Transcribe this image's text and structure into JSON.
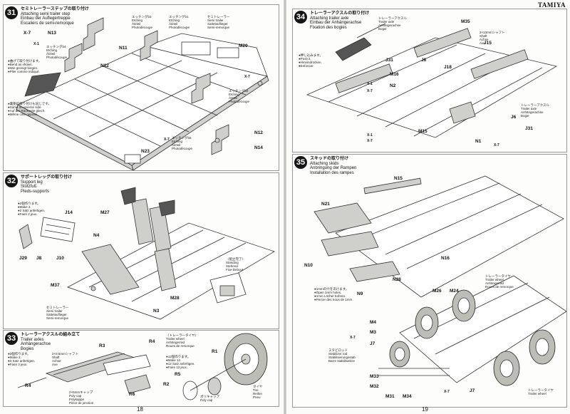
{
  "brand": "TAMIYA",
  "pages": {
    "left_number": "18",
    "right_number": "19"
  },
  "steps": {
    "s31": {
      "number": "31",
      "title": [
        "セミトレーラーステップの取り付け",
        "Attaching semi trailer step",
        "Einbau der Auflegertreppe",
        "Escaliers de semi-remorque"
      ],
      "parts": [
        "X-7",
        "N13",
        "X-1",
        "N22",
        "N11",
        "M20",
        "N23",
        "N12",
        "N14",
        "X-7",
        "X-7"
      ],
      "notes": {
        "etching_b3": [
          "エッチングb3",
          "Etching",
          "Ätzteil",
          "Photodécoupe"
        ],
        "etching_b4": [
          "エッチングb4",
          "Etching",
          "Ätzteil",
          "Photodécoupe"
        ],
        "etching_b1": [
          "エッチングb1",
          "Etching",
          "Ätzteil",
          "Photodécoupe"
        ],
        "trailer": [
          "セミトレーラー",
          "Semi trailer",
          "Sattelauflieger",
          "Semi-remorque"
        ],
        "etching_b2": [
          "エッチングb2",
          "Etching",
          "Ätzteil",
          "Photodécoupe"
        ],
        "etching_b5": [
          "エッチングb5",
          "Etching",
          "Ätzteil",
          "Photodécoupe"
        ],
        "bend": [
          "●曲げて取り付けます。",
          "●Bend as shown.",
          "●Wie gezeigt biegen.",
          "●Plier comme indiqué."
        ],
        "same": [
          "●裏側の取り付けも同じです。",
          "●Same on reverse side.",
          "●Auf der Rückseite gleich.",
          "●Même côté opposé."
        ]
      }
    },
    "s32": {
      "number": "32",
      "title": [
        "サポートレッグの取り付け",
        "Support leg",
        "Stützfuß",
        "Pieds-supports"
      ],
      "parts": [
        "J14",
        "M27",
        "N4",
        "J29",
        "J8",
        "J10",
        "M37",
        "N3",
        "M28"
      ],
      "notes": {
        "make2": [
          "●2個作ります。",
          "●Make 2.",
          "●2 Sätz anfertigen.",
          "●Faire 2 jeux."
        ],
        "standing": [
          "〈組立完了〉",
          "Standing",
          "Stehend",
          "Fixe Debout"
        ],
        "semi": [
          "セミトレーラー",
          "Semi trailer",
          "Sattelauflieger",
          "Semi-remorque"
        ]
      }
    },
    "s33": {
      "number": "33",
      "title": [
        "トレーラーアクスルの組み立て",
        "Trailer axles",
        "Anhängerachse",
        "Bogies"
      ],
      "parts": [
        "R3",
        "R4",
        "R4",
        "R6",
        "R1",
        "R5",
        "R2"
      ],
      "notes": {
        "make3": [
          "●3個作ります。",
          "●Make 3.",
          "●3 Satz anfertigen.",
          "●Faire 3 jeux."
        ],
        "screw": [
          "2×3.5mmシャフト",
          "Shaft",
          "Achse",
          "Axe"
        ],
        "cap": [
          "2×5mmキャップ",
          "Poly cap",
          "Polykappe",
          "Pièce de jonction"
        ],
        "wheel_title": [
          "〈トレーラータイヤ〉",
          "Trailer wheel",
          "Anhängerrad",
          "Roues de remorque"
        ],
        "make12": [
          "●12個作ります。",
          "●Make 12.",
          "●12 Satz anfertigen.",
          "●Faire 12 jeux."
        ],
        "tire": [
          "タイヤ",
          "Tire",
          "Reifen",
          "Pneu"
        ],
        "poly": [
          "ポリキャップ",
          "Poly cap",
          "Polykappe",
          "Pièce de jonction"
        ]
      }
    },
    "s34": {
      "number": "34",
      "title": [
        "トレーラーアクスルの取り付け",
        "Attaching trailer axle",
        "Einbau der Anhängerachse",
        "Fixation des bogies"
      ],
      "parts": [
        "M35",
        "J15",
        "J31",
        "J6",
        "J18",
        "M16",
        "N2",
        "X-1",
        "X-7",
        "X-7",
        "N1",
        "M15",
        "X-1",
        "J31",
        "J6",
        "X-7"
      ],
      "notes": {
        "push": [
          "●押し込みます。",
          "●Push it.",
          "●Hineindrücken.",
          "●Enfoncer."
        ],
        "axle_top": [
          "トレーラーアクスル",
          "Trailer axle",
          "Anhängerachse",
          "Bogie"
        ],
        "shaft": [
          "2×13mmシャフト",
          "Shaft",
          "Achse",
          "Axe"
        ],
        "axle_bottom": [
          "トレーラーアクスル",
          "Trailer axle",
          "Anhängerachse",
          "Bogie"
        ]
      }
    },
    "s35": {
      "number": "35",
      "title": [
        "スキッドの取り付け",
        "Attaching skids",
        "Anbringung der Rampen",
        "Installation des rampes"
      ],
      "parts": [
        "N15",
        "N21",
        "N10",
        "N9",
        "N28",
        "N16",
        "M26",
        "M24",
        "M4",
        "M3",
        "J7",
        "X-7",
        "M33",
        "M32",
        "M31",
        "M34",
        "J7",
        "X-7"
      ],
      "notes": {
        "open": [
          "●1mmの穴をあけます。",
          "●Open 1mm holes.",
          "●1mm Löcher bohren.",
          "●Percer des trous de 1mm."
        ],
        "wheel_top": [
          "トレーラータイヤ",
          "Trailer wheel",
          "Anhängerrad",
          "Roues de remorque"
        ],
        "stab": [
          "スタビロッド",
          "Stabilizer rod",
          "Stabilisierungs­stab",
          "Barre stabilisatrice"
        ],
        "wheel_bottom": [
          "トレーラータイヤ",
          "Trailer wheel",
          "Anhängerrad",
          "Roues de remorque"
        ]
      }
    }
  }
}
